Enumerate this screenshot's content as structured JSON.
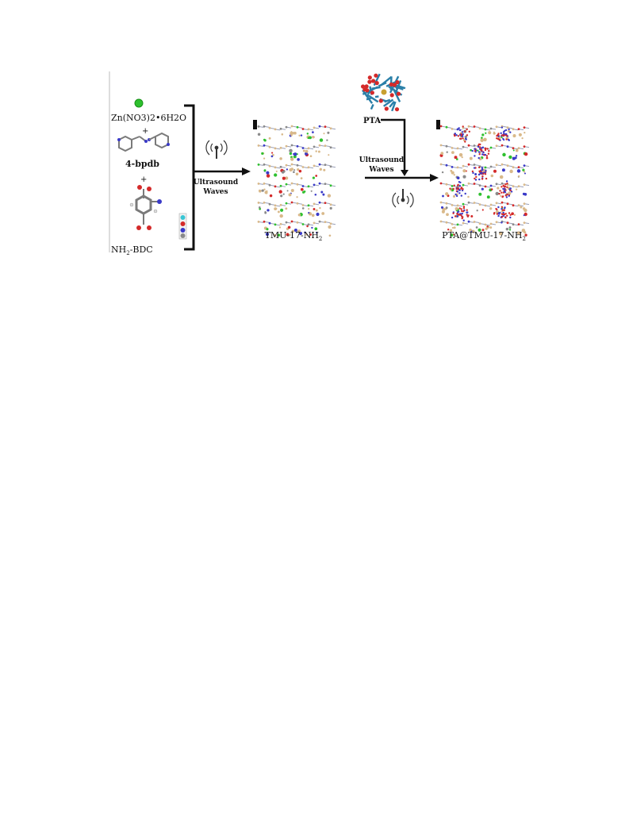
{
  "reagents": {
    "zinc_salt": "Zn(NO3)2•6H2O",
    "plus_1": "+",
    "linker": "4-bpdb",
    "plus_2": "+",
    "acid_main": "NH",
    "acid_sub": "2",
    "acid_rest": "-BDC"
  },
  "step1": {
    "line1": "Ultrasound",
    "line2": "Waves",
    "icon": "ultrasound-signal-icon"
  },
  "mof": {
    "main": "TMU-17-NH",
    "sub": "2"
  },
  "guest": {
    "label": "PTA"
  },
  "step2": {
    "line1": "Ultrasound",
    "line2": "Waves",
    "icon": "ultrasound-signal-icon"
  },
  "product": {
    "main": "PTA@TMU-17-NH",
    "sub": "2"
  },
  "colors": {
    "zinc": "#2ec02e",
    "oxygen": "#d42a2a",
    "nitrogen": "#3a3ac8",
    "carbon": "#8a8a8a",
    "cobalt_blue": "#2a7fa8",
    "framework_tan": "#d9b98a"
  }
}
